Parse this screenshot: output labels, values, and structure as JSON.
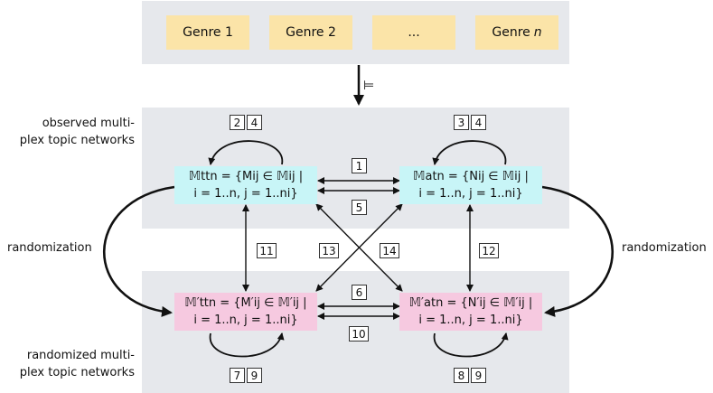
{
  "genres": [
    "Genre 1",
    "Genre 2",
    "...",
    "Genre"
  ],
  "genre_n_var": "n",
  "models_symbol": "⊨",
  "labels": {
    "observed": [
      "observed multi-",
      "plex topic networks"
    ],
    "randomized": [
      "randomized multi-",
      "plex topic networks"
    ],
    "randomization_left": "randomization",
    "randomization_right": "randomization"
  },
  "nodes": {
    "ttn": {
      "line1": "𝕄ttn = {Mij ∈ 𝕄ij |",
      "line2": "i = 1..n, j = 1..ni}"
    },
    "atn": {
      "line1": "𝕄atn = {Nij ∈ 𝕄ij |",
      "line2": "i = 1..n, j = 1..ni}"
    },
    "ttn_r": {
      "line1": "𝕄′ttn = {M′ij ∈ 𝕄′ij |",
      "line2": "i = 1..n, j = 1..ni}"
    },
    "atn_r": {
      "line1": "𝕄′atn = {N′ij ∈ 𝕄′ij |",
      "line2": "i = 1..n, j = 1..ni}"
    }
  },
  "edge_labels": {
    "loop_ttn": [
      "2",
      "4"
    ],
    "loop_atn": [
      "3",
      "4"
    ],
    "loop_ttn_r": [
      "7",
      "9"
    ],
    "loop_atn_r": [
      "8",
      "9"
    ],
    "e1": "1",
    "e5": "5",
    "e6": "6",
    "e10": "10",
    "e11": "11",
    "e12": "12",
    "e13": "13",
    "e14": "14"
  }
}
